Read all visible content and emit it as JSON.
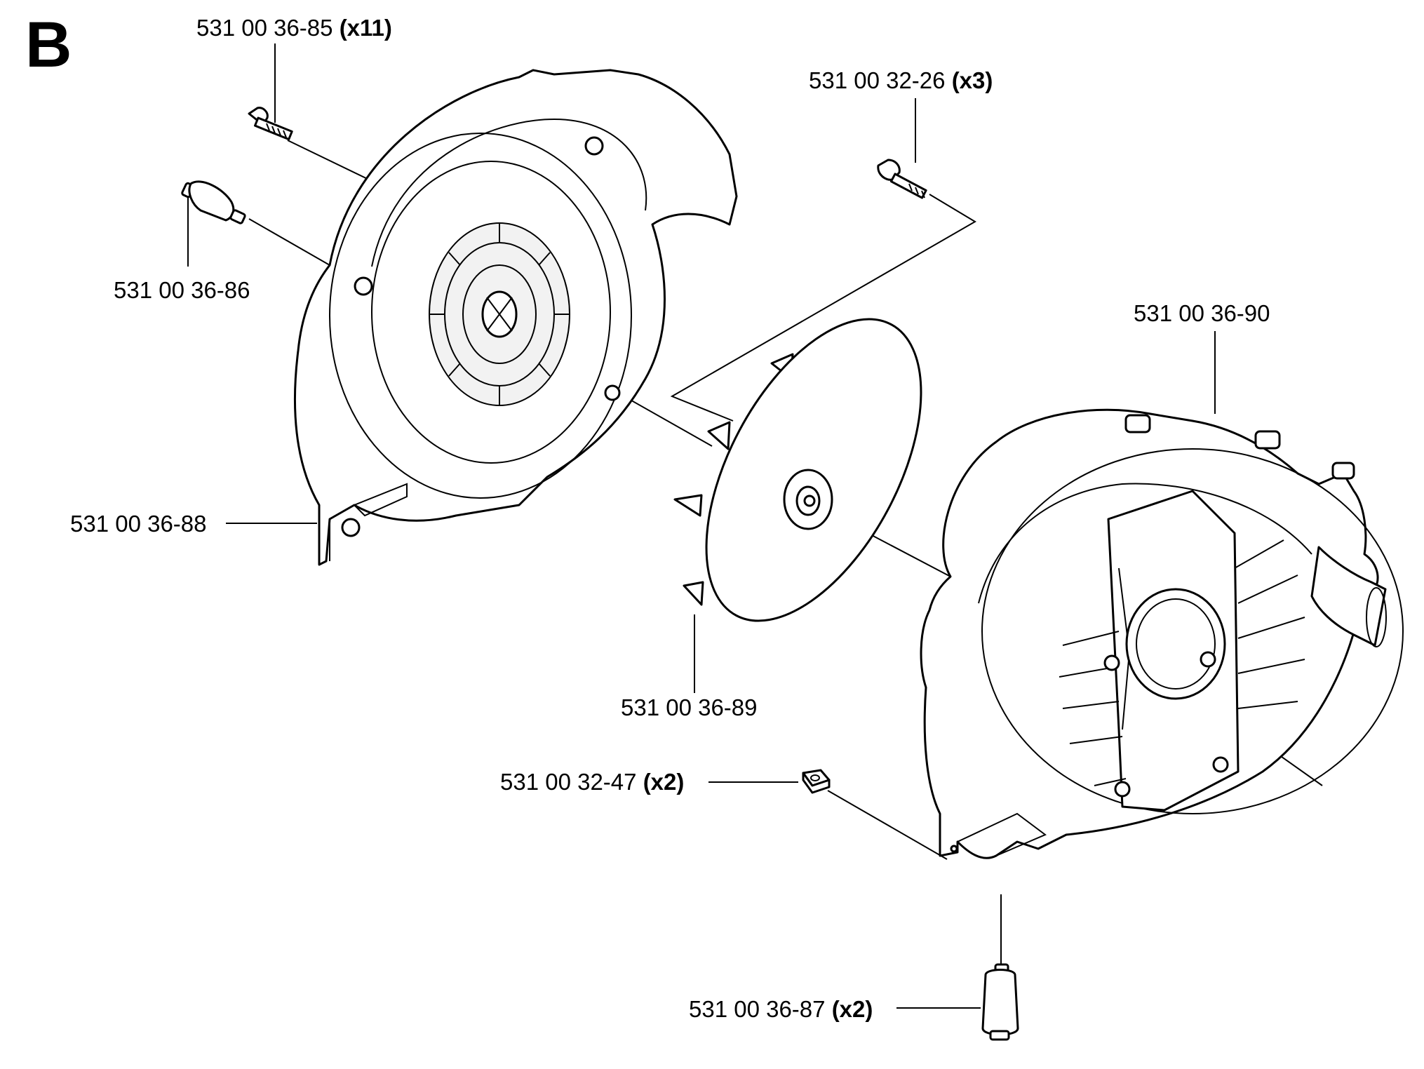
{
  "section_letter": "B",
  "parts": [
    {
      "id": "p1",
      "number": "531 00 36-85",
      "qty": "(x11)"
    },
    {
      "id": "p2",
      "number": "531 00 36-86",
      "qty": ""
    },
    {
      "id": "p3",
      "number": "531 00 32-26",
      "qty": "(x3)"
    },
    {
      "id": "p4",
      "number": "531 00 36-90",
      "qty": ""
    },
    {
      "id": "p5",
      "number": "531 00 36-88",
      "qty": ""
    },
    {
      "id": "p6",
      "number": "531 00 36-89",
      "qty": ""
    },
    {
      "id": "p7",
      "number": "531 00 32-47",
      "qty": "(x2)"
    },
    {
      "id": "p8",
      "number": "531 00 36-87",
      "qty": "(x2)"
    }
  ]
}
